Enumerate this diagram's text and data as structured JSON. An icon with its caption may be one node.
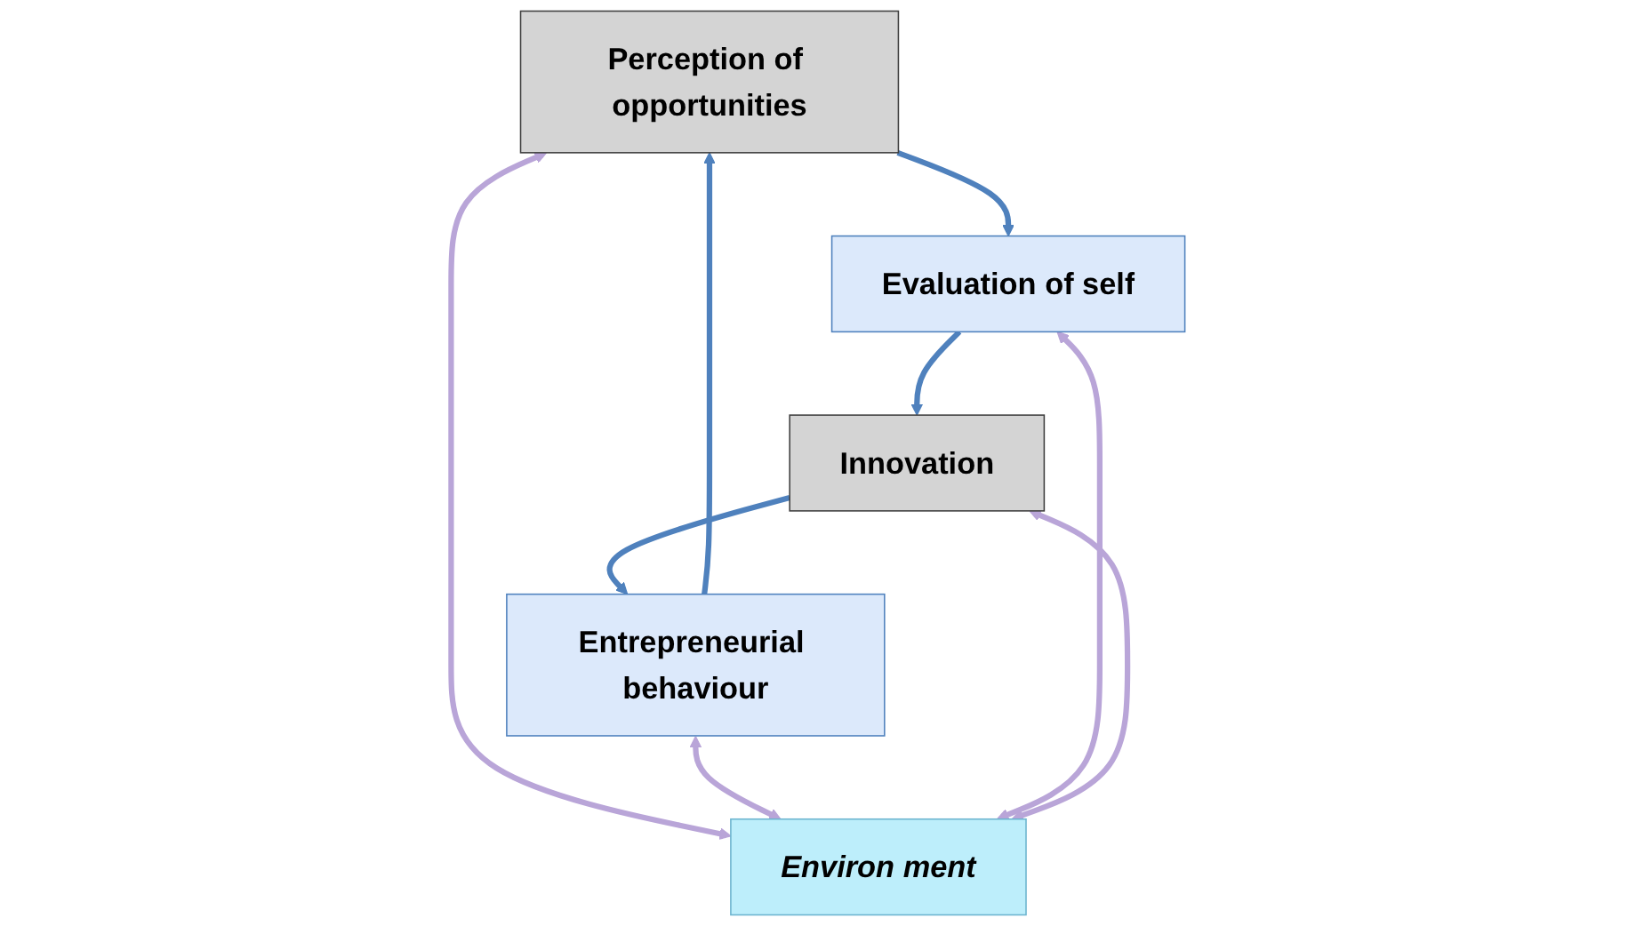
{
  "diagram": {
    "nodes": [
      {
        "text": [
          "Perception of opportunities"
        ]
      },
      {
        "text": [
          "Entrepreneurial behaviour"
        ]
      },
      {
        "text": [
          "Environ ment"
        ]
      },
      {
        "text": [
          "Evaluation of self"
        ]
      },
      {
        "text": [
          "Innovation"
        ]
      }
    ],
    "edges": [
      {
        "from": 0,
        "to": 3,
        "arrow": "to",
        "color": "#4f81bd"
      },
      {
        "from": 3,
        "to": 4,
        "arrow": "to",
        "color": "#4f81bd"
      },
      {
        "from": 4,
        "to": 1,
        "arrow": "to",
        "color": "#4f81bd"
      },
      {
        "from": 1,
        "to": 0,
        "arrow": "to",
        "color": "#4f81bd"
      },
      {
        "from": 0,
        "to": 2,
        "arrow": "both",
        "color": "#b9a5d8"
      },
      {
        "from": 1,
        "to": 2,
        "arrow": "both",
        "color": "#b9a5d8"
      },
      {
        "from": 2,
        "to": 3,
        "arrow": "both",
        "color": "#b9a5d8"
      },
      {
        "from": 2,
        "to": 4,
        "arrow": "both",
        "color": "#b9a5d8"
      }
    ]
  }
}
